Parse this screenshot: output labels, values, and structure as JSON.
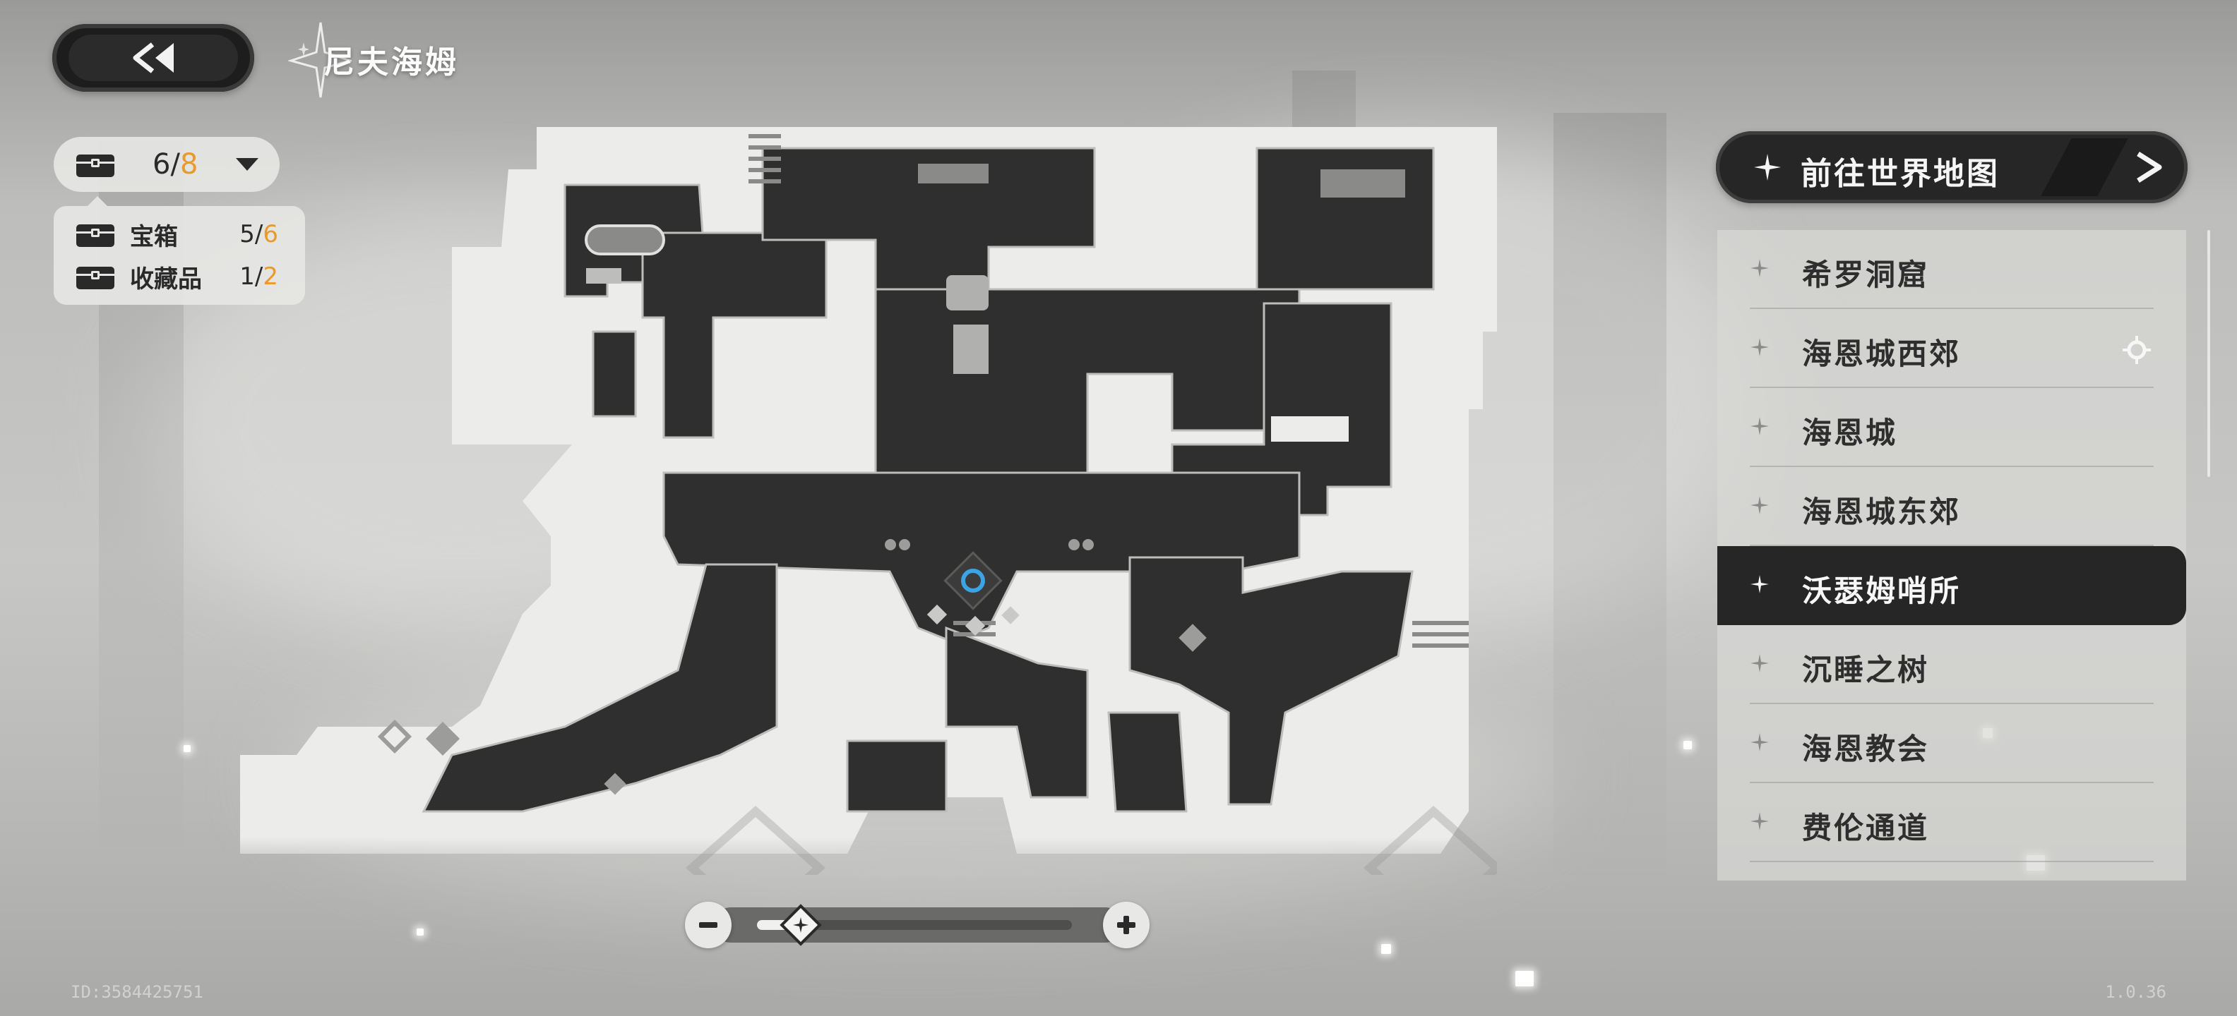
{
  "header": {
    "title": "尼夫海姆"
  },
  "chest_counter": {
    "current": "6",
    "separator": "/",
    "total": "8",
    "items": [
      {
        "label": "宝箱",
        "current": "5",
        "separator": "/",
        "total": "6"
      },
      {
        "label": "收藏品",
        "current": "1",
        "separator": "/",
        "total": "2"
      }
    ]
  },
  "world_map_button": {
    "label": "前往世界地图"
  },
  "regions": [
    {
      "name": "希罗洞窟",
      "active": false
    },
    {
      "name": "海恩城西郊",
      "active": false,
      "has_location_marker": true
    },
    {
      "name": "海恩城",
      "active": false
    },
    {
      "name": "海恩城东郊",
      "active": false
    },
    {
      "name": "沃瑟姆哨所",
      "active": true
    },
    {
      "name": "沉睡之树",
      "active": false
    },
    {
      "name": "海恩教会",
      "active": false
    },
    {
      "name": "费伦通道",
      "active": false
    }
  ],
  "zoom": {
    "level": 0.14
  },
  "footer": {
    "uid": "ID:3584425751",
    "version": "1.0.36"
  },
  "colors": {
    "accent_orange": "#e89a2a",
    "player_marker_blue": "#3aa4e6",
    "panel_dark": "#262626"
  },
  "icons": [
    "back-arrows-icon",
    "chest-icon",
    "dropdown-triangle-icon",
    "four-point-star-icon",
    "arrow-right-icon",
    "location-target-icon",
    "minus-icon",
    "plus-icon",
    "player-marker-icon"
  ]
}
